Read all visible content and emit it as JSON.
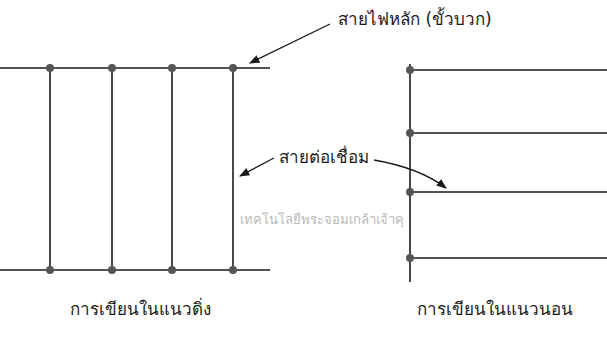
{
  "diagram": {
    "labels": [
      "สายไฟหลัก (ขั้วบวก)",
      "สายต่อเชื่อม",
      "การเขียนในแนวดิ่ง",
      "การเขียนในแนวนอน",
      "เทคโนโลยีพระจอมเกล้าเจ้าคุ"
    ]
  }
}
